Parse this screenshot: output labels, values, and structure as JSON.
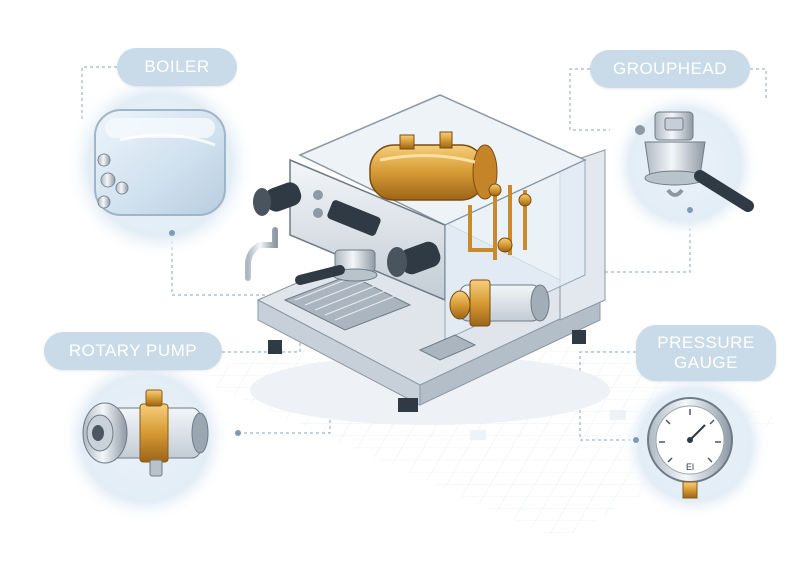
{
  "labels": {
    "boiler": "BOILER",
    "grouphead": "GROUPHEAD",
    "rotary_pump": "ROTARY PUMP",
    "pressure_gauge_line1": "PRESSURE",
    "pressure_gauge_line2": "GAUGE"
  },
  "gauge_digit": "El",
  "colors": {
    "label_bg": "#c9dbe9",
    "label_text": "#ffffff",
    "leader_line": "#8aa6bd",
    "steel": "#d4dbe2",
    "brass": "#d8a240",
    "copper": "#c98a2e",
    "glass": "#dde9f3"
  },
  "icons": [
    "boiler-icon",
    "grouphead-icon",
    "rotary-pump-icon",
    "pressure-gauge-icon",
    "espresso-machine-icon"
  ]
}
